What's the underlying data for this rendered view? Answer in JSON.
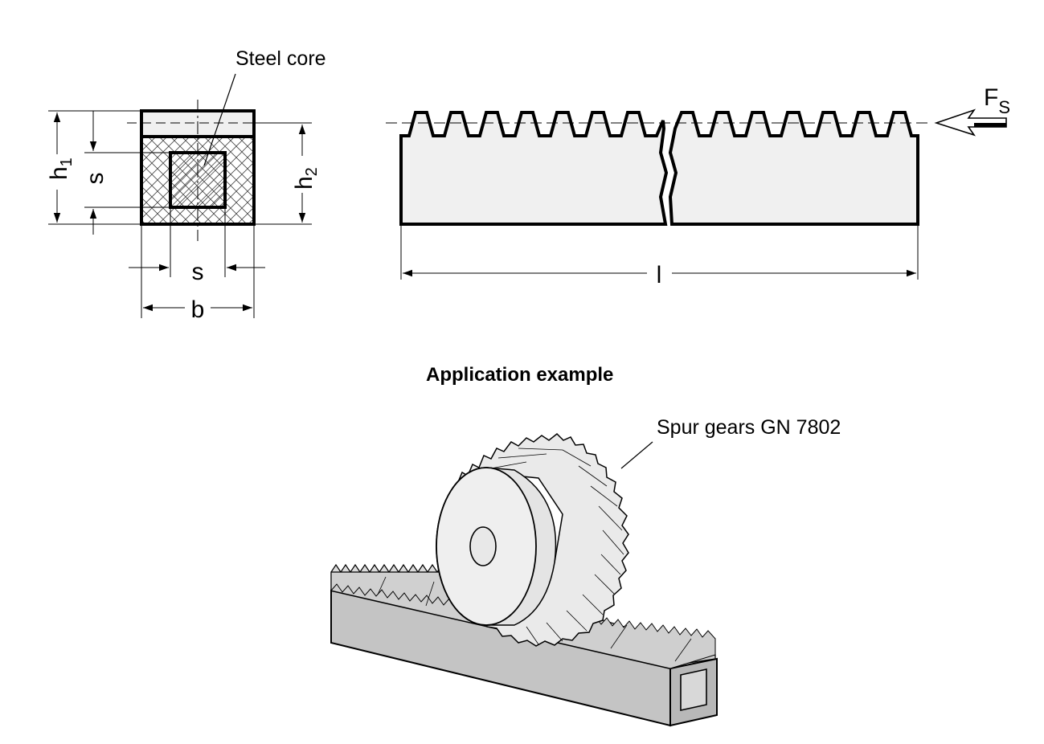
{
  "section_view": {
    "core_label": "Steel core",
    "dims": {
      "h1": "h",
      "h1_sub": "1",
      "h2": "h",
      "h2_sub": "2",
      "s_vertical": "s",
      "s_horizontal": "s",
      "b": "b"
    }
  },
  "side_view": {
    "length_label": "l",
    "force_label": "F",
    "force_sub": "S"
  },
  "application": {
    "title": "Application example",
    "gear_callout": "Spur gears GN 7802"
  },
  "colors": {
    "ink": "#000000",
    "rack_fill": "#f0f0f0",
    "render_rack": "#c6c6c6",
    "render_gear": "#eeeeee"
  }
}
